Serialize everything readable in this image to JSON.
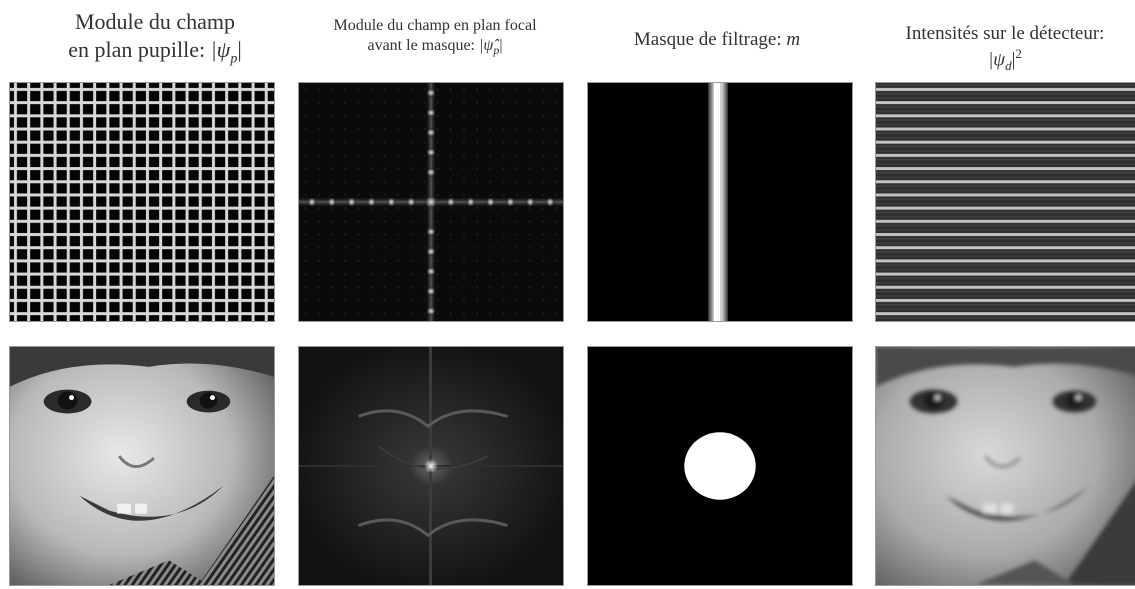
{
  "columns": [
    {
      "title_line1": "Module du champ",
      "title_line2": "en plan pupille: ",
      "title_math": "|ψ",
      "title_sub": "p",
      "title_end": "|"
    },
    {
      "title_line1": "Module du champ en plan focal",
      "title_line2": "avant le masque: ",
      "title_math": "|ψ̂",
      "title_sub": "p",
      "title_end": "|"
    },
    {
      "title_line1": "Masque de filtrage: ",
      "title_math": "m"
    },
    {
      "title_line1": "Intensités sur le détecteur:",
      "title_math": "|ψ",
      "title_sub": "d",
      "title_end": "|",
      "title_sup": "2"
    }
  ],
  "panels": {
    "row1": [
      "grid-pupil",
      "grid-focal-spectrum",
      "vertical-slit-mask",
      "horizontal-lines-detector"
    ],
    "row2": [
      "baby-photo-pupil",
      "baby-spectrum-focal",
      "circular-lowpass-mask",
      "baby-blurred-detector"
    ]
  }
}
